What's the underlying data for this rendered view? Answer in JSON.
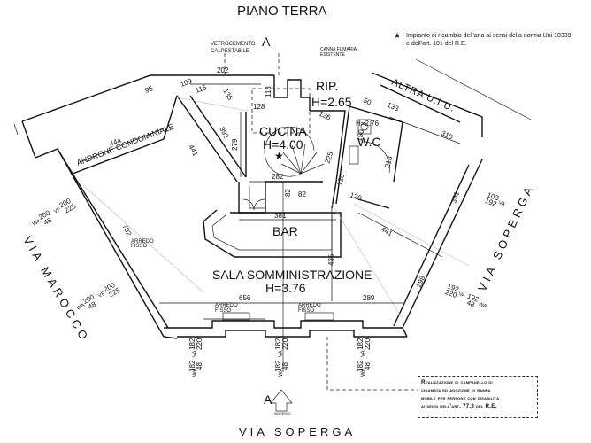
{
  "title": "PIANO TERRA",
  "note": {
    "icon": "star-icon",
    "lines": [
      "Impianto di ricambio dell'aria ai sensi della norma Uni 10339",
      "e dell'art. 101 del R.E."
    ]
  },
  "accessibility_note": {
    "lines": [
      "Realizzazione di campanello di",
      "chiamata ed adozione di rampa",
      "mobile per persone con disabilità",
      "ai sensi dell'art. 77.3 del R.E."
    ]
  },
  "rooms": {
    "rip": {
      "name": "RIP.",
      "height": "H=2.65"
    },
    "cucina": {
      "name": "CUCINA",
      "height": "H=4.00"
    },
    "wc": {
      "name": "W.C",
      "height": "H=2.76"
    },
    "bar": {
      "name": "BAR"
    },
    "sala": {
      "name": "SALA SOMMINISTRAZIONE",
      "height": "H=3.76"
    }
  },
  "streets": {
    "top_left": "ANDRONE CONDOMINIALE",
    "top_right": "ALTRA U.I.U.",
    "left": "VIA MAROCCO",
    "right": "VIA SOPERGA",
    "bottom": "VIA SOPERGA"
  },
  "labels": {
    "vetrocemento_1": "VETROCEMENTO",
    "vetrocemento_2": "CALPESTABILE",
    "canna_1": "CANNA FUMARIA",
    "canna_2": "ESISTENTE",
    "arredo_1": "ARREDO",
    "arredo_2": "FISSO",
    "section_mark": "A",
    "entrance": "INGRESSO"
  },
  "dimensions": {
    "d202": "202",
    "d109": "109",
    "d115": "115",
    "d135": "135",
    "d95": "95",
    "d128": "128",
    "d113": "113",
    "d444": "444",
    "d441_left": "441",
    "d392": "392",
    "d279": "279",
    "d126": "126",
    "d225": "225",
    "d282": "282",
    "d82a": "82",
    "d82b": "82",
    "d381": "381",
    "d50": "50",
    "d133": "133",
    "d310": "310",
    "d190": "190",
    "d218": "218",
    "d120a": "120",
    "d120b": "120",
    "d441_right": "441",
    "d435": "435",
    "d656": "656",
    "d289": "289",
    "d351": "351",
    "d298": "298",
    "d702": "702"
  },
  "openings": {
    "left_top": {
      "wa": "WA",
      "wa_num": "200",
      "wa_den": "48",
      "vf": "VF",
      "vf_num": "200",
      "vf_den": "225"
    },
    "left_bottom": {
      "wa": "WA",
      "wa_num": "200",
      "wa_den": "48",
      "vf": "VF",
      "vf_num": "200",
      "vf_den": "225"
    },
    "right_top": {
      "va": "VA",
      "num": "103",
      "den": "192"
    },
    "right_bottom": {
      "va": "VA",
      "va_num": "192",
      "va_den": "220",
      "wa": "WA",
      "wa_num": "192",
      "wa_den": "48"
    },
    "bottom": [
      {
        "va": "VA",
        "va_num": "182",
        "va_den": "220",
        "wa": "WA",
        "wa_num": "182",
        "wa_den": "48"
      },
      {
        "va": "VA",
        "va_num": "182",
        "va_den": "220",
        "wa": "WA",
        "wa_num": "182",
        "wa_den": "48"
      },
      {
        "va": "VA",
        "va_num": "182",
        "va_den": "220",
        "wa": "WA",
        "wa_num": "182",
        "wa_den": "48"
      }
    ]
  }
}
